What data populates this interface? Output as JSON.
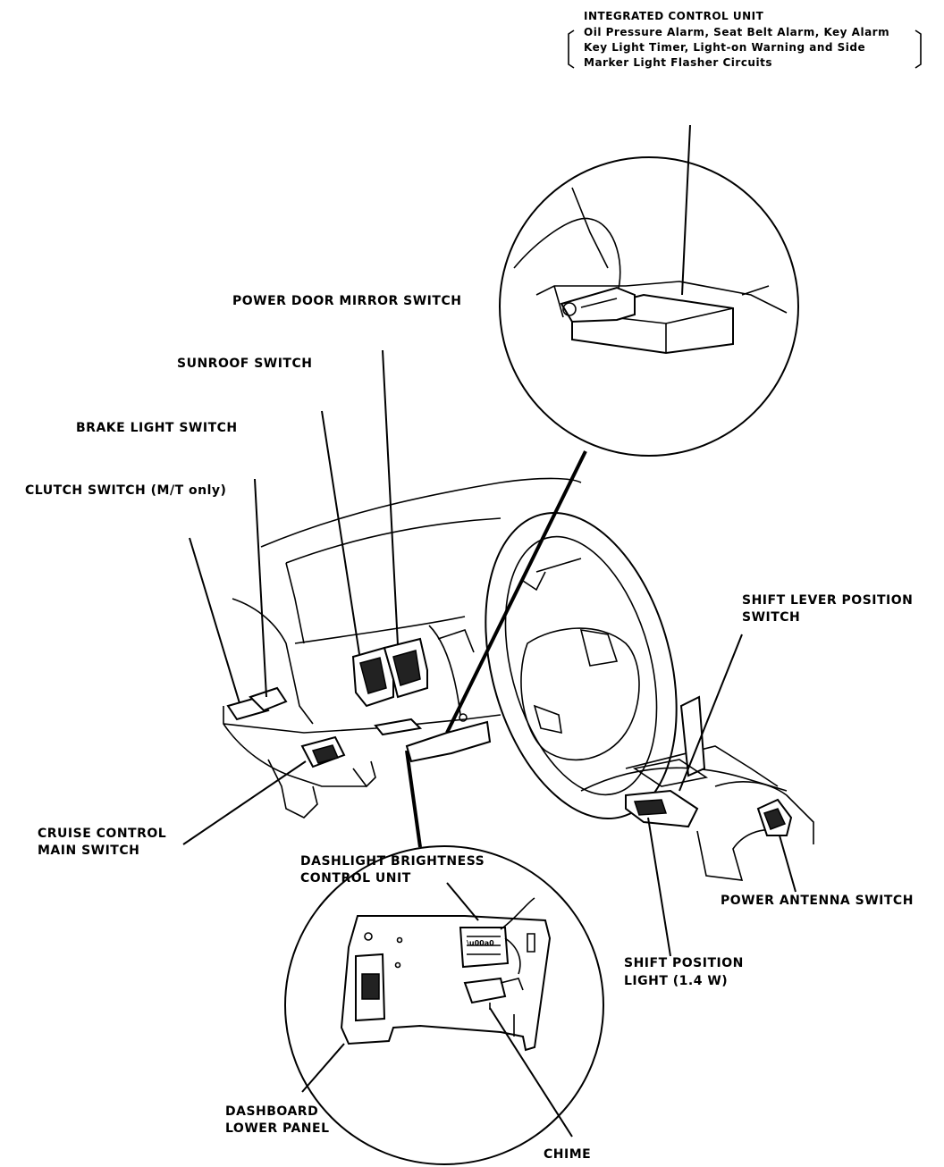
{
  "labels": {
    "icu_title": "INTEGRATED CONTROL UNIT",
    "icu_line1": "Oil Pressure Alarm, Seat Belt Alarm, Key Alarm",
    "icu_line2": "Key Light Timer, Light-on Warning and Side",
    "icu_line3": "Marker Light Flasher Circuits",
    "power_door_mirror_switch": "POWER DOOR MIRROR SWITCH",
    "sunroof_switch": "SUNROOF SWITCH",
    "brake_light_switch": "BRAKE LIGHT SWITCH",
    "clutch_switch": "CLUTCH SWITCH (M/T only)",
    "shift_lever_position_switch_1": "SHIFT LEVER POSITION",
    "shift_lever_position_switch_2": "SWITCH",
    "cruise_control_main_switch_1": "CRUISE CONTROL",
    "cruise_control_main_switch_2": "MAIN SWITCH",
    "dashlight_brightness_1": "DASHLIGHT BRIGHTNESS",
    "dashlight_brightness_2": "CONTROL UNIT",
    "power_antenna_switch": "POWER ANTENNA SWITCH",
    "shift_position_light_1": "SHIFT POSITION",
    "shift_position_light_2": "LIGHT (1.4 W)",
    "dashboard_lower_panel_1": "DASHBOARD",
    "dashboard_lower_panel_2": "LOWER PANEL",
    "chime": "CHIME"
  }
}
